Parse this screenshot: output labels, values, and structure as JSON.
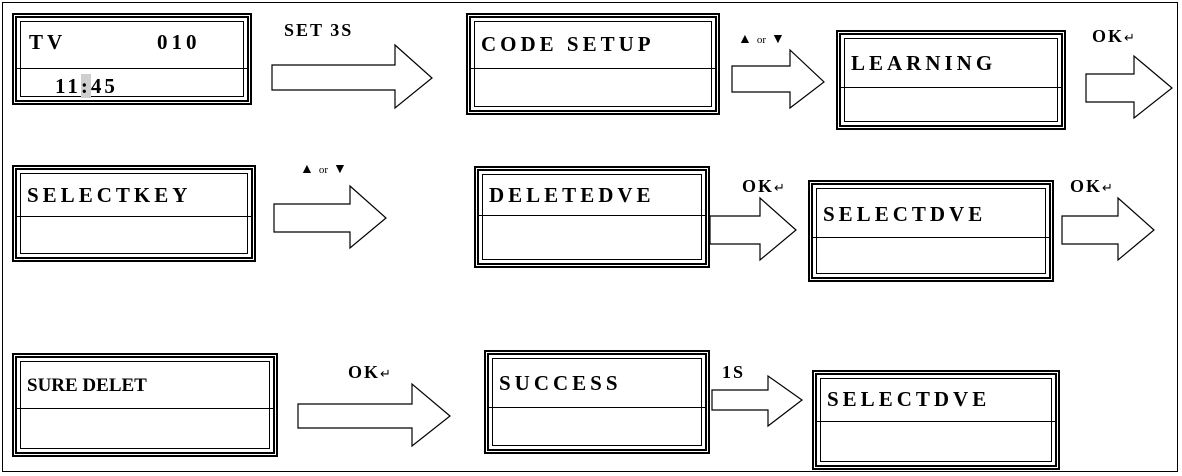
{
  "screens": {
    "tv": {
      "line1_left": "TV",
      "line1_right": "010",
      "time_hour": "11",
      "time_sep": ":",
      "time_min": "45"
    },
    "code_setup": "CODE SETUP",
    "learning": "LEARNING",
    "selectkey": "SELECTKEY",
    "deletedve": "DELETEDVE",
    "selectdve_1": "SELECTDVE",
    "sure_delet": "SURE DELET",
    "success": "SUCCESS",
    "selectdve_2": "SELECTDVE"
  },
  "labels": {
    "set3s": "SET 3S",
    "ok": "OK",
    "return_symbol": "↵",
    "one_s": "1S",
    "up_triangle": "▲",
    "down_triangle": "▼",
    "or": "or"
  },
  "icons": {
    "up": "triangle-up-icon",
    "down": "triangle-down-icon",
    "return": "return-arrow-icon"
  }
}
